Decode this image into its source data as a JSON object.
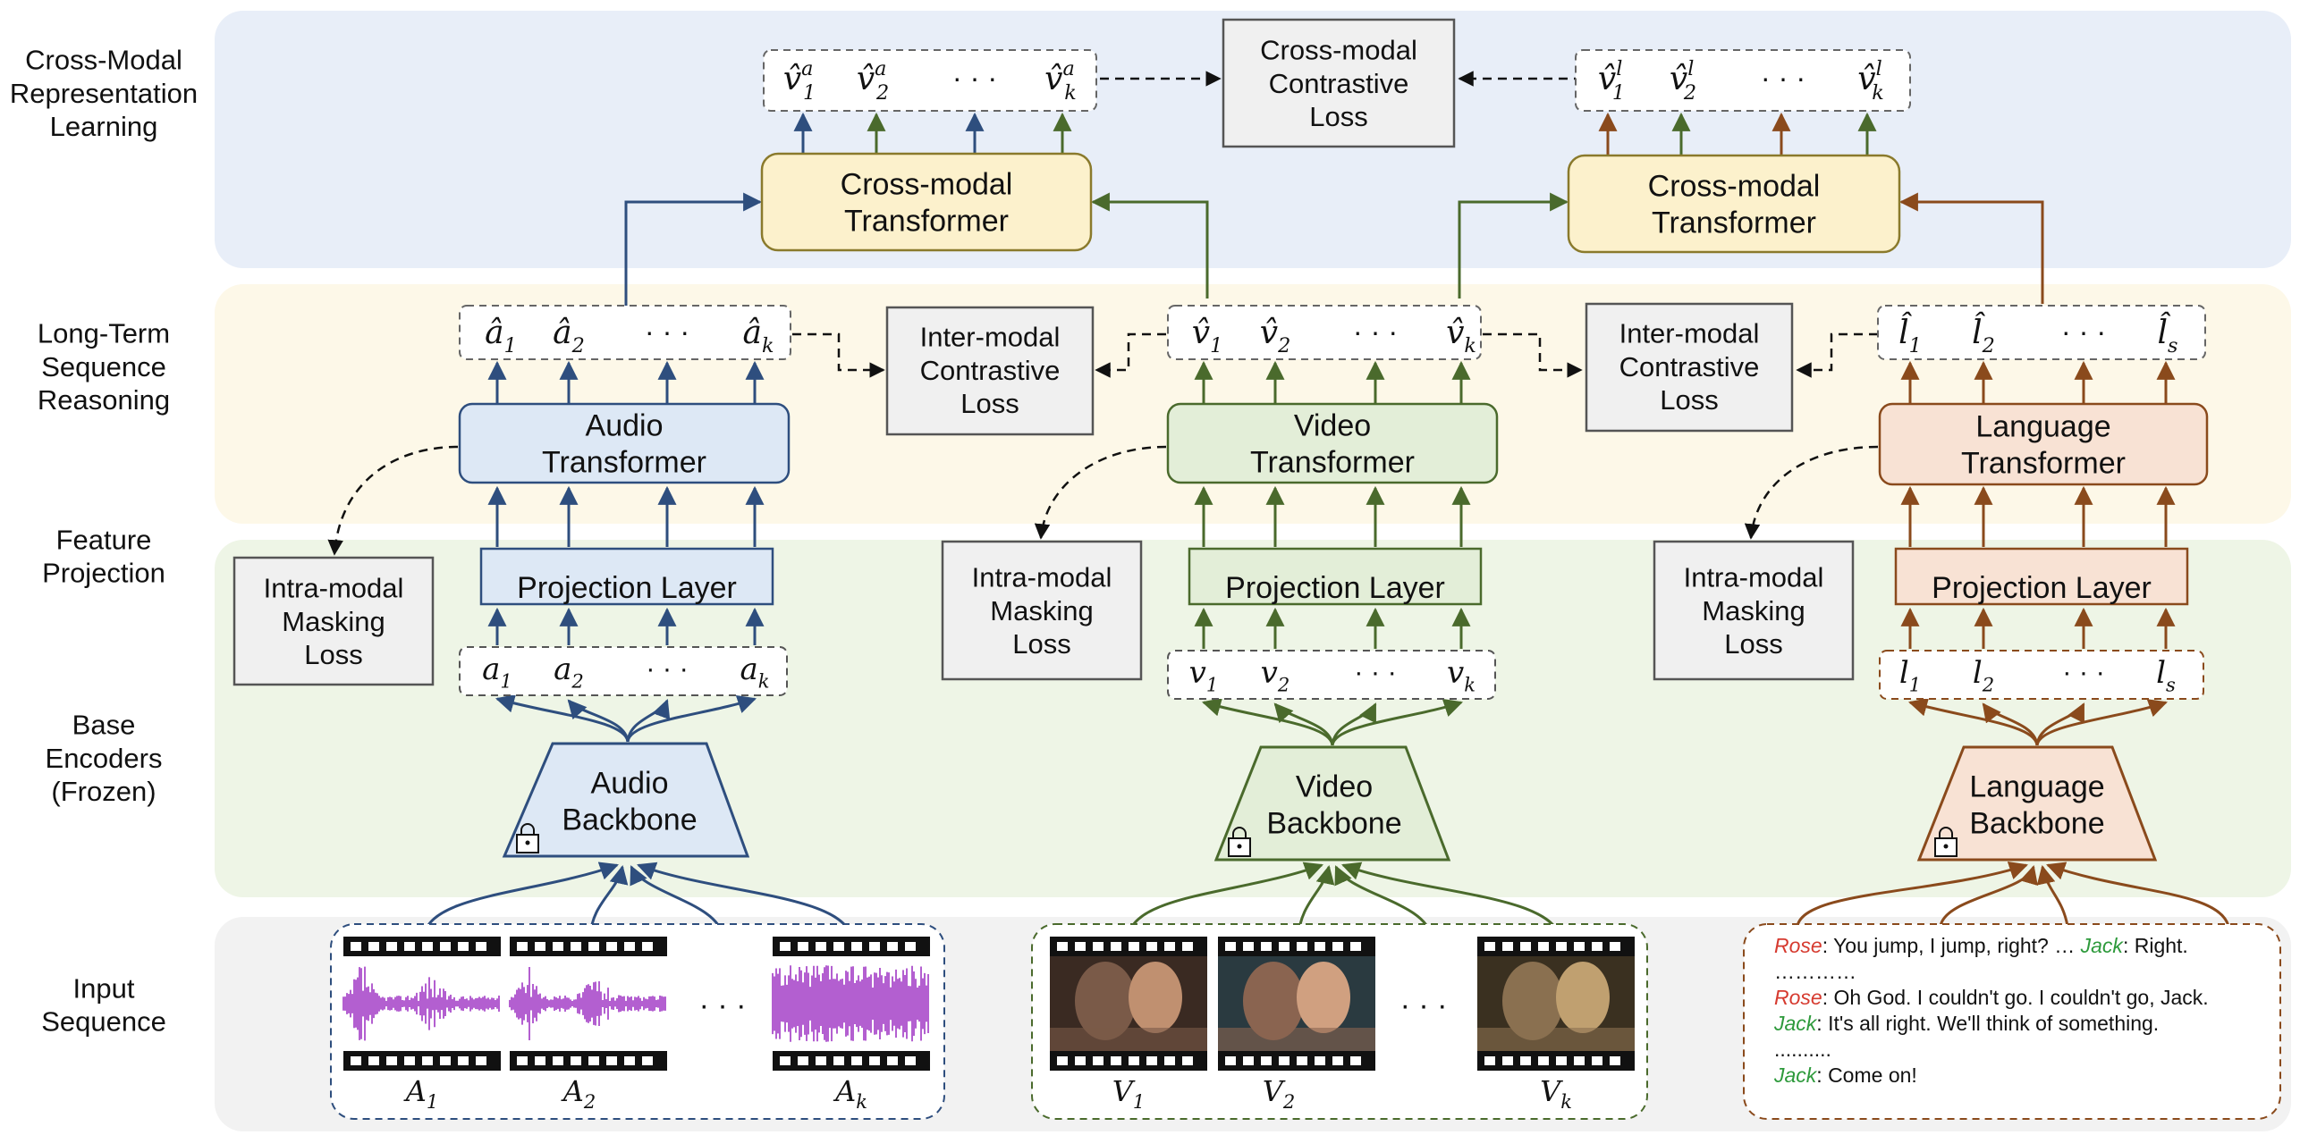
{
  "stages": {
    "cross_modal": "Cross-Modal\nRepresentation\nLearning",
    "long_term": "Long-Term\nSequence\nReasoning",
    "feature": "Feature\nProjection",
    "base": "Base\nEncoders\n(Frozen)",
    "input": "Input\nSequence"
  },
  "colors": {
    "audio": "#2e4e7e",
    "video": "#4a6a2c",
    "language": "#8a4a1c",
    "band_cross": "#e8eef8",
    "band_long": "#fdf8e8",
    "band_feature": "#eef5e6",
    "band_input": "#f2f2f2"
  },
  "boxes": {
    "cm_contrastive_loss": "Cross-modal\nContrastive\nLoss",
    "cm_transformer_av": "Cross-modal\nTransformer",
    "cm_transformer_lv": "Cross-modal\nTransformer",
    "inter_loss_av": "Inter-modal\nContrastive\nLoss",
    "inter_loss_vl": "Inter-modal\nContrastive\nLoss",
    "audio_transformer": "Audio\nTransformer",
    "video_transformer": "Video\nTransformer",
    "language_transformer": "Language\nTransformer",
    "projection_audio": "Projection Layer",
    "projection_video": "Projection Layer",
    "projection_language": "Projection Layer",
    "intra_loss_audio": "Intra-modal\nMasking\nLoss",
    "intra_loss_video": "Intra-modal\nMasking\nLoss",
    "intra_loss_language": "Intra-modal\nMasking\nLoss",
    "audio_backbone": "Audio\nBackbone",
    "video_backbone": "Video\nBackbone",
    "language_backbone": "Language\nBackbone"
  },
  "tokens": {
    "cm_audio": {
      "symbol": "v̂",
      "subs": [
        "1",
        "2",
        "k"
      ],
      "sup": "a"
    },
    "cm_language": {
      "symbol": "v̂",
      "subs": [
        "1",
        "2",
        "k"
      ],
      "sup": "l"
    },
    "audio_hat": {
      "symbol": "â",
      "subs": [
        "1",
        "2",
        "k"
      ]
    },
    "video_hat": {
      "symbol": "v̂",
      "subs": [
        "1",
        "2",
        "k"
      ]
    },
    "language_hat": {
      "symbol": "l̂",
      "subs": [
        "1",
        "2",
        "s"
      ]
    },
    "audio_raw": {
      "symbol": "a",
      "subs": [
        "1",
        "2",
        "k"
      ]
    },
    "video_raw": {
      "symbol": "v",
      "subs": [
        "1",
        "2",
        "k"
      ]
    },
    "language_raw": {
      "symbol": "l",
      "subs": [
        "1",
        "2",
        "s"
      ]
    },
    "ellipsis": "· · ·"
  },
  "inputs": {
    "audio_labels": [
      {
        "base": "A",
        "sub": "1"
      },
      {
        "base": "A",
        "sub": "2"
      },
      {
        "base": "A",
        "sub": "k"
      }
    ],
    "video_labels": [
      {
        "base": "V",
        "sub": "1"
      },
      {
        "base": "V",
        "sub": "2"
      },
      {
        "base": "V",
        "sub": "k"
      }
    ],
    "ellipsis": "· · ·",
    "dialogue": [
      [
        {
          "t": "Rose",
          "c": "#d63a2f",
          "i": true
        },
        {
          "t": ": You jump, I jump, right? … ",
          "c": "#111111"
        },
        {
          "t": "Jack",
          "c": "#2e9a3c",
          "i": true
        },
        {
          "t": ": Right.",
          "c": "#111111"
        }
      ],
      [
        {
          "t": "…………",
          "c": "#111111"
        }
      ],
      [
        {
          "t": "Rose",
          "c": "#d63a2f",
          "i": true
        },
        {
          "t": ": Oh God. I couldn't go. I couldn't go, Jack.",
          "c": "#111111"
        }
      ],
      [
        {
          "t": "Jack",
          "c": "#2e9a3c",
          "i": true
        },
        {
          "t": ": It's all right. We'll think of something.",
          "c": "#111111"
        }
      ],
      [
        {
          "t": " ..........",
          "c": "#111111"
        }
      ],
      [
        {
          "t": "Jack",
          "c": "#2e9a3c",
          "i": true
        },
        {
          "t": ": Come on!",
          "c": "#111111"
        }
      ]
    ]
  }
}
